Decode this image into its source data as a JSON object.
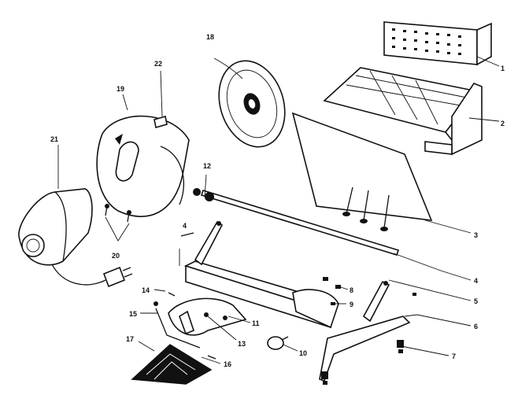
{
  "callouts": [
    {
      "id": "p1",
      "text": "1"
    },
    {
      "id": "p2",
      "text": "2"
    },
    {
      "id": "p3",
      "text": "3"
    },
    {
      "id": "p4a",
      "text": "4"
    },
    {
      "id": "p4b",
      "text": "4"
    },
    {
      "id": "p5",
      "text": "5"
    },
    {
      "id": "p6",
      "text": "6"
    },
    {
      "id": "p7",
      "text": "7"
    },
    {
      "id": "p8",
      "text": "8"
    },
    {
      "id": "p9",
      "text": "9"
    },
    {
      "id": "p10",
      "text": "10"
    },
    {
      "id": "p11",
      "text": "11"
    },
    {
      "id": "p12",
      "text": "12"
    },
    {
      "id": "p13",
      "text": "13"
    },
    {
      "id": "p14",
      "text": "14"
    },
    {
      "id": "p15",
      "text": "15"
    },
    {
      "id": "p16",
      "text": "16"
    },
    {
      "id": "p17",
      "text": "17"
    },
    {
      "id": "p18",
      "text": "18"
    },
    {
      "id": "p19",
      "text": "19"
    },
    {
      "id": "p20",
      "text": "20"
    },
    {
      "id": "p21",
      "text": "21"
    },
    {
      "id": "p22",
      "text": "22"
    }
  ]
}
